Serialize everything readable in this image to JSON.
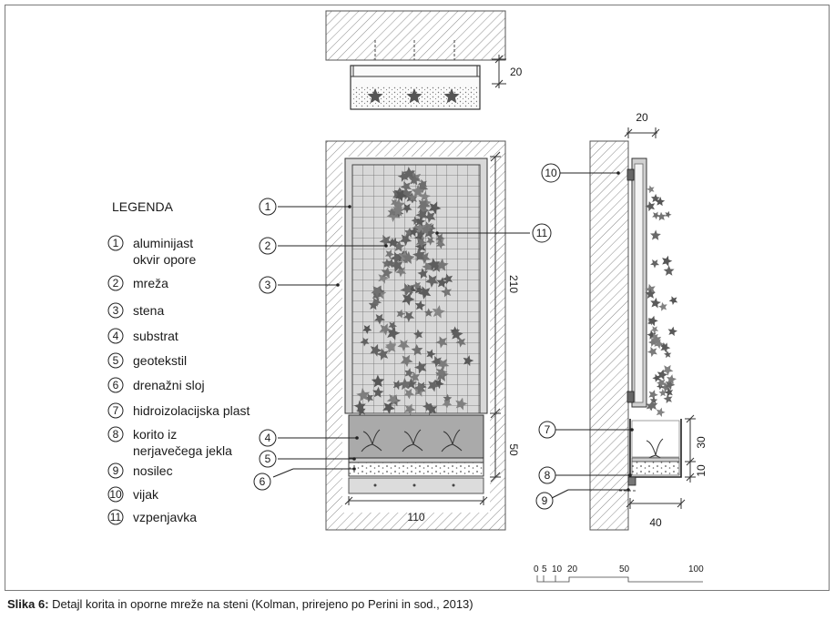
{
  "legend": {
    "title": "LEGENDA",
    "items": [
      {
        "num": "1",
        "lines": [
          "aluminijast",
          "okvir opore"
        ]
      },
      {
        "num": "2",
        "lines": [
          "mreža"
        ]
      },
      {
        "num": "3",
        "lines": [
          "stena"
        ]
      },
      {
        "num": "4",
        "lines": [
          "substrat"
        ]
      },
      {
        "num": "5",
        "lines": [
          "geotekstil"
        ]
      },
      {
        "num": "6",
        "lines": [
          "drenažni sloj"
        ]
      },
      {
        "num": "7",
        "lines": [
          "hidroizolacijska plast"
        ]
      },
      {
        "num": "8",
        "lines": [
          "korito iz",
          "nerjavečega jekla"
        ]
      },
      {
        "num": "9",
        "lines": [
          "nosilec"
        ]
      },
      {
        "num": "10",
        "lines": [
          "vijak"
        ]
      },
      {
        "num": "11",
        "lines": [
          "vzpenjavka"
        ]
      }
    ]
  },
  "callouts": {
    "front": [
      "1",
      "2",
      "3",
      "4",
      "5",
      "6",
      "11"
    ],
    "section": [
      "10",
      "7",
      "8",
      "9"
    ]
  },
  "dimensions": {
    "plan_depth": "20",
    "front_height": "210",
    "trough_height": "50",
    "front_width": "110",
    "section_top": "20",
    "section_trough": "30",
    "section_base": "10",
    "section_width": "40"
  },
  "scale": {
    "ticks": [
      "0",
      "5",
      "10",
      "20",
      "50",
      "100"
    ]
  },
  "caption": {
    "label": "Slika 6:",
    "text": " Detajl korita in oporne mreže na steni (Kolman, prirejeno po Perini in sod., 2013)"
  }
}
